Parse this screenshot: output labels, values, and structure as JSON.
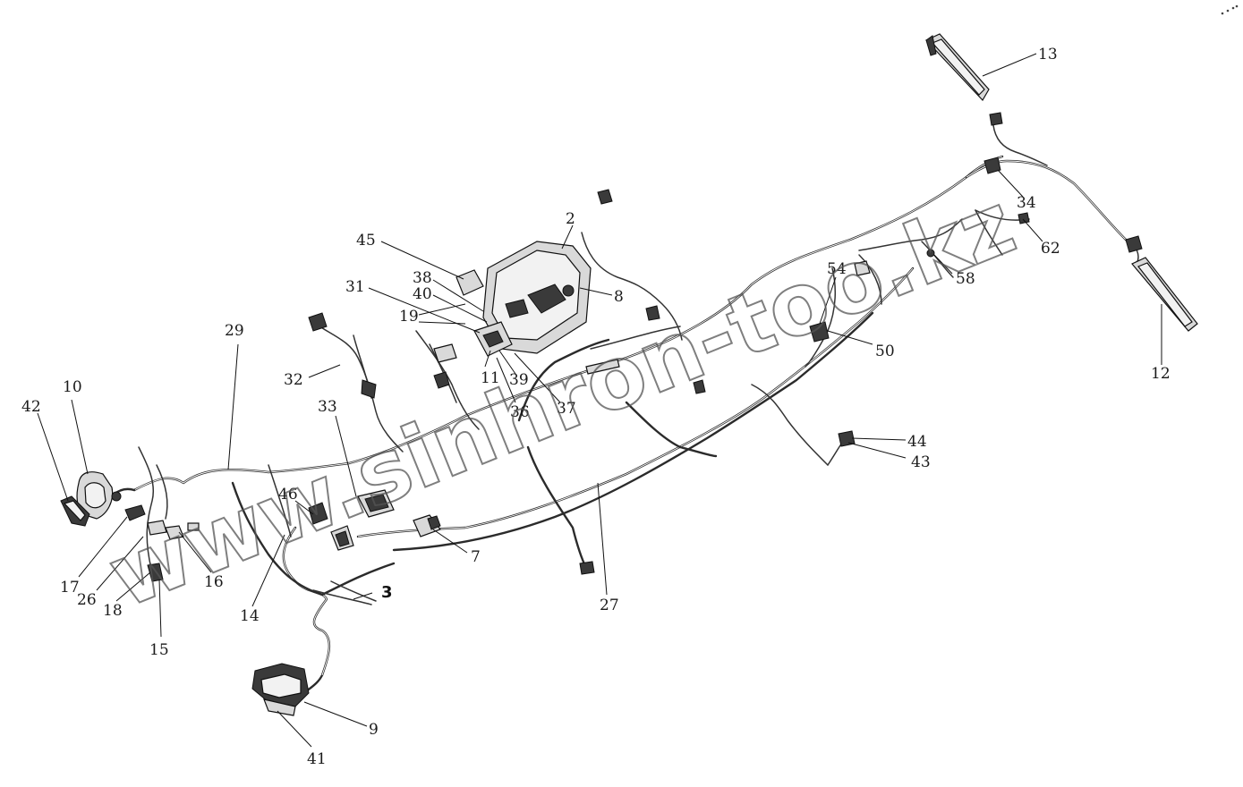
{
  "watermark": "www.sinhron-too.kz",
  "callouts": {
    "c2": "2",
    "c3": "3",
    "c7": "7",
    "c8": "8",
    "c9": "9",
    "c10": "10",
    "c11": "11",
    "c12": "12",
    "c13": "13",
    "c14": "14",
    "c15": "15",
    "c16": "16",
    "c17": "17",
    "c18": "18",
    "c19": "19",
    "c26": "26",
    "c27": "27",
    "c29": "29",
    "c31": "31",
    "c32": "32",
    "c33": "33",
    "c34": "34",
    "c36": "36",
    "c37": "37",
    "c38": "38",
    "c39": "39",
    "c40": "40",
    "c41": "41",
    "c42": "42",
    "c43": "43",
    "c44": "44",
    "c45": "45",
    "c46": "46",
    "c50": "50",
    "c54": "54",
    "c58": "58",
    "c62": "62"
  }
}
